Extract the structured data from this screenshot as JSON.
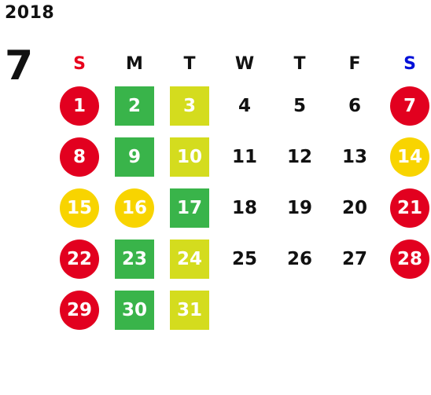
{
  "header": {
    "year": "2018",
    "month": "7"
  },
  "weekdays": [
    {
      "label": "S",
      "color": "#e8001c"
    },
    {
      "label": "M",
      "color": "#111111"
    },
    {
      "label": "T",
      "color": "#111111"
    },
    {
      "label": "W",
      "color": "#111111"
    },
    {
      "label": "T",
      "color": "#111111"
    },
    {
      "label": "F",
      "color": "#111111"
    },
    {
      "label": "S",
      "color": "#0010d8"
    }
  ],
  "styles": {
    "red_circle": {
      "shape": "circle",
      "color": "#e2001f"
    },
    "yellow_circle": {
      "shape": "circle",
      "color": "#f8d400"
    },
    "green_square": {
      "shape": "square",
      "color": "#39b44a"
    },
    "lime_square": {
      "shape": "square",
      "color": "#d4dc1e"
    }
  },
  "weeks": [
    [
      {
        "day": "1",
        "style": "red_circle"
      },
      {
        "day": "2",
        "style": "green_square"
      },
      {
        "day": "3",
        "style": "lime_square"
      },
      {
        "day": "4",
        "style": "plain"
      },
      {
        "day": "5",
        "style": "plain"
      },
      {
        "day": "6",
        "style": "plain"
      },
      {
        "day": "7",
        "style": "red_circle"
      }
    ],
    [
      {
        "day": "8",
        "style": "red_circle"
      },
      {
        "day": "9",
        "style": "green_square"
      },
      {
        "day": "10",
        "style": "lime_square"
      },
      {
        "day": "11",
        "style": "plain"
      },
      {
        "day": "12",
        "style": "plain"
      },
      {
        "day": "13",
        "style": "plain"
      },
      {
        "day": "14",
        "style": "yellow_circle"
      }
    ],
    [
      {
        "day": "15",
        "style": "yellow_circle"
      },
      {
        "day": "16",
        "style": "yellow_circle"
      },
      {
        "day": "17",
        "style": "green_square"
      },
      {
        "day": "18",
        "style": "plain"
      },
      {
        "day": "19",
        "style": "plain"
      },
      {
        "day": "20",
        "style": "plain"
      },
      {
        "day": "21",
        "style": "red_circle"
      }
    ],
    [
      {
        "day": "22",
        "style": "red_circle"
      },
      {
        "day": "23",
        "style": "green_square"
      },
      {
        "day": "24",
        "style": "lime_square"
      },
      {
        "day": "25",
        "style": "plain"
      },
      {
        "day": "26",
        "style": "plain"
      },
      {
        "day": "27",
        "style": "plain"
      },
      {
        "day": "28",
        "style": "red_circle"
      }
    ],
    [
      {
        "day": "29",
        "style": "red_circle"
      },
      {
        "day": "30",
        "style": "green_square"
      },
      {
        "day": "31",
        "style": "lime_square"
      },
      {
        "day": "",
        "style": "empty"
      },
      {
        "day": "",
        "style": "empty"
      },
      {
        "day": "",
        "style": "empty"
      },
      {
        "day": "",
        "style": "empty"
      }
    ]
  ]
}
